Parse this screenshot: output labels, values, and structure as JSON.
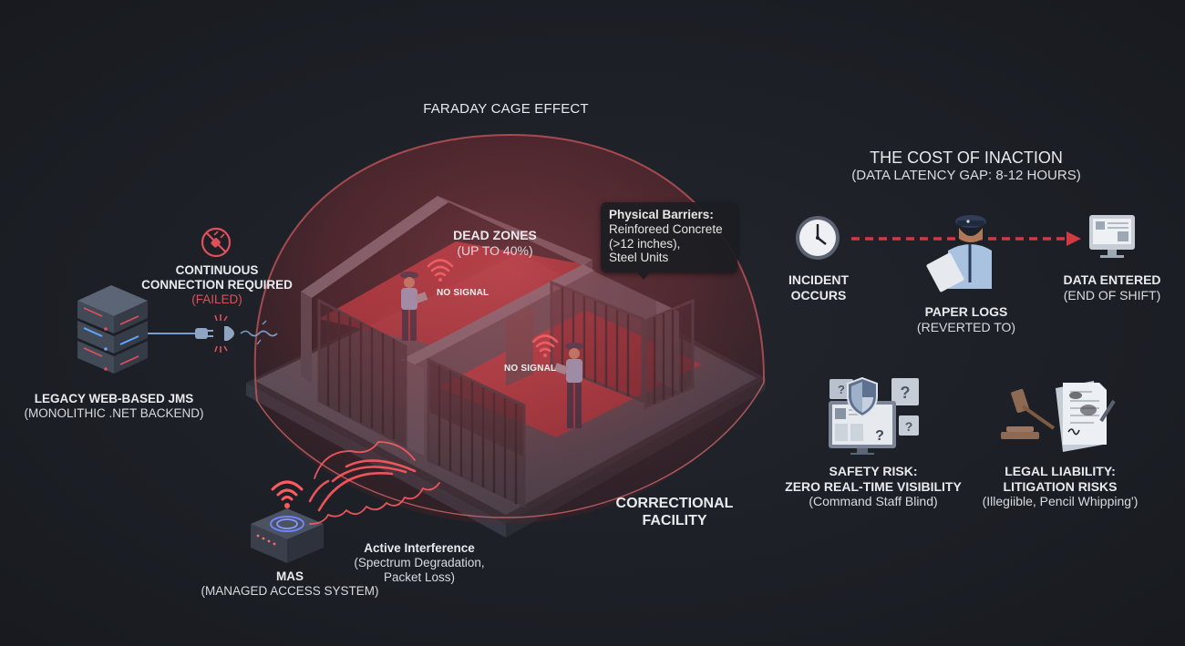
{
  "faraday": {
    "title": "FARADAY CAGE EFFECT"
  },
  "facility": {
    "label_line1": "CORRECTIONAL",
    "label_line2": "FACILITY",
    "dead_zones": {
      "title": "DEAD ZONES",
      "subtitle": "(UP TO 40%)"
    },
    "no_signal_labels": [
      "NO SIGNAL",
      "NO SIGNAL"
    ],
    "physical_barriers": {
      "title": "Physical Barriers:",
      "line1": "Reinforeed Concrete",
      "line2": "(>12 inches),",
      "line3": "Steel Units"
    }
  },
  "legacy_jms": {
    "title": "LEGACY WEB-BASED JMS",
    "subtitle": "(MONOLITHIC .NET BACKEND)",
    "icon": "server-stack-icon"
  },
  "connection": {
    "line1": "CONTINUOUS",
    "line2": "CONNECTION REQUIRED",
    "status": "(FAILED)",
    "icon": "no-plug-icon",
    "connector_icon": "unplugged-connector-icon"
  },
  "mas": {
    "title": "MAS",
    "subtitle": "(MANAGED ACCESS SYSTEM)",
    "icon": "router-wifi-icon"
  },
  "interference": {
    "title": "Active Interference",
    "line1": "(Spectrum Degradation,",
    "line2": "Packet Loss)"
  },
  "cost_of_inaction": {
    "title": "THE COST OF INACTION",
    "subtitle": "(DATA LATENCY GAP: 8-12 HOURS)",
    "timeline": [
      {
        "icon": "clock-icon",
        "title_line1": "INCIDENT",
        "title_line2": "OCCURS"
      },
      {
        "icon": "officer-clipboard-icon",
        "title": "PAPER LOGS",
        "subtitle": "(REVERTED TO)"
      },
      {
        "icon": "monitor-icon",
        "title": "DATA ENTERED",
        "subtitle": "(END OF SHIFT)"
      }
    ],
    "risks": [
      {
        "icon": "shield-monitor-question-icon",
        "title": "SAFETY RISK:",
        "title2": "ZERO REAL-TIME VISIBILITY",
        "subtitle": "(Command Staff Blind)"
      },
      {
        "icon": "gavel-document-icon",
        "title": "LEGAL LIABILITY:",
        "title2": "LITIGATION RISKS",
        "subtitle": "(Illegiible, Pencil Whipping')"
      }
    ]
  },
  "colors": {
    "background": "#1c1f25",
    "accent_red": "#e0505a",
    "dome_red": "#c8393f",
    "text": "#e8eaee",
    "slate": "#4b5260"
  }
}
